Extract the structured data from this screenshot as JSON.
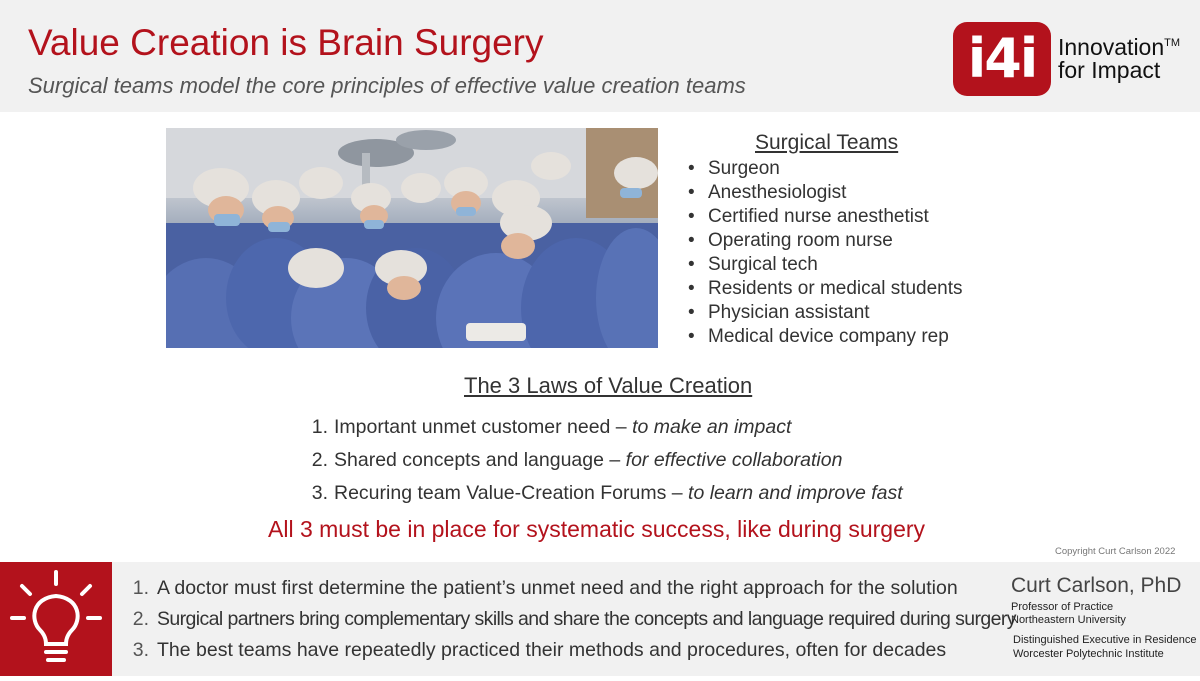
{
  "header": {
    "title": "Value Creation is Brain Surgery",
    "subtitle": "Surgical teams model the core principles of effective value creation teams"
  },
  "logo": {
    "mark": "i4i",
    "line1": "Innovation",
    "trademark": "TM",
    "line2": "for Impact"
  },
  "surgical_teams": {
    "heading": "Surgical Teams",
    "members": [
      "Surgeon",
      "Anesthesiologist",
      "Certified nurse anesthetist",
      "Operating room nurse",
      "Surgical tech",
      "Residents or medical students",
      "Physician assistant",
      "Medical device company rep"
    ]
  },
  "laws": {
    "heading": "The 3 Laws of Value Creation",
    "items": [
      {
        "num": "1.",
        "text": "Important unmet customer need –",
        "italic": "to make an impact"
      },
      {
        "num": "2.",
        "text": "Shared concepts and language –",
        "italic": "for effective collaboration"
      },
      {
        "num": "3.",
        "text": "Recuring team Value-Creation Forums –",
        "italic": "to learn and improve fast"
      }
    ],
    "conclusion": "All 3 must be in place for systematic success, like during surgery"
  },
  "copyright": "Copyright Curt Carlson 2022",
  "footer": {
    "tips": [
      {
        "num": "1.",
        "text": "A doctor must first determine the patient’s unmet need and the right approach for the solution"
      },
      {
        "num": "2.",
        "text": "Surgical partners bring complementary skills and share the concepts and language required during surgery"
      },
      {
        "num": "3.",
        "text": "The best teams have repeatedly practiced their methods and procedures, often for decades"
      }
    ],
    "author": {
      "name": "Curt Carlson, PhD",
      "role1": "Professor of Practice",
      "org1": "Northeastern University",
      "role2": "Distinguished Executive in Residence",
      "org2": "Worcester Polytechnic Institute"
    }
  },
  "colors": {
    "accent": "#b3121c",
    "band": "#f1f1f1",
    "text": "#333333"
  },
  "icons": {
    "footer": "lightbulb-icon"
  }
}
